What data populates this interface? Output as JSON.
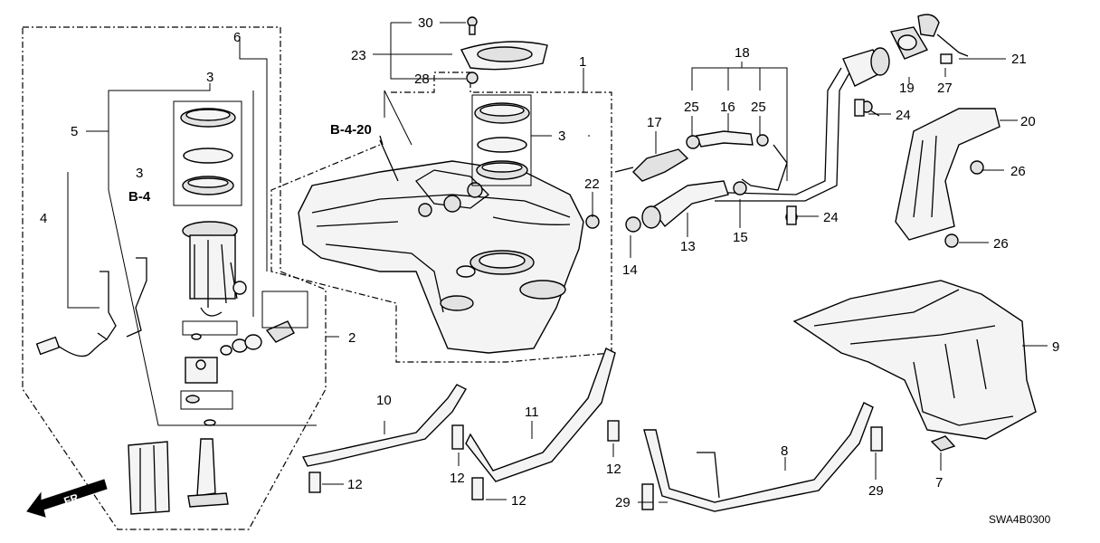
{
  "diagram": {
    "part_numbers": {
      "p1": "1",
      "p2": "2",
      "p3a": "3",
      "p3b": "3",
      "p3c": "3",
      "p4": "4",
      "p5": "5",
      "p6": "6",
      "p7": "7",
      "p8": "8",
      "p9": "9",
      "p10": "10",
      "p11": "11",
      "p12a": "12",
      "p12b": "12",
      "p12c": "12",
      "p12d": "12",
      "p13": "13",
      "p14": "14",
      "p15": "15",
      "p16": "16",
      "p17": "17",
      "p18": "18",
      "p19": "19",
      "p20": "20",
      "p21": "21",
      "p22": "22",
      "p23": "23",
      "p24a": "24",
      "p24b": "24",
      "p25a": "25",
      "p25b": "25",
      "p26a": "26",
      "p26b": "26",
      "p27": "27",
      "p28": "28",
      "p29a": "29",
      "p29b": "29",
      "p30": "30"
    },
    "references": {
      "b420": "B-4-20",
      "b4": "B-4"
    },
    "direction_arrow": "FR.",
    "diagram_code": "SWA4B0300"
  }
}
